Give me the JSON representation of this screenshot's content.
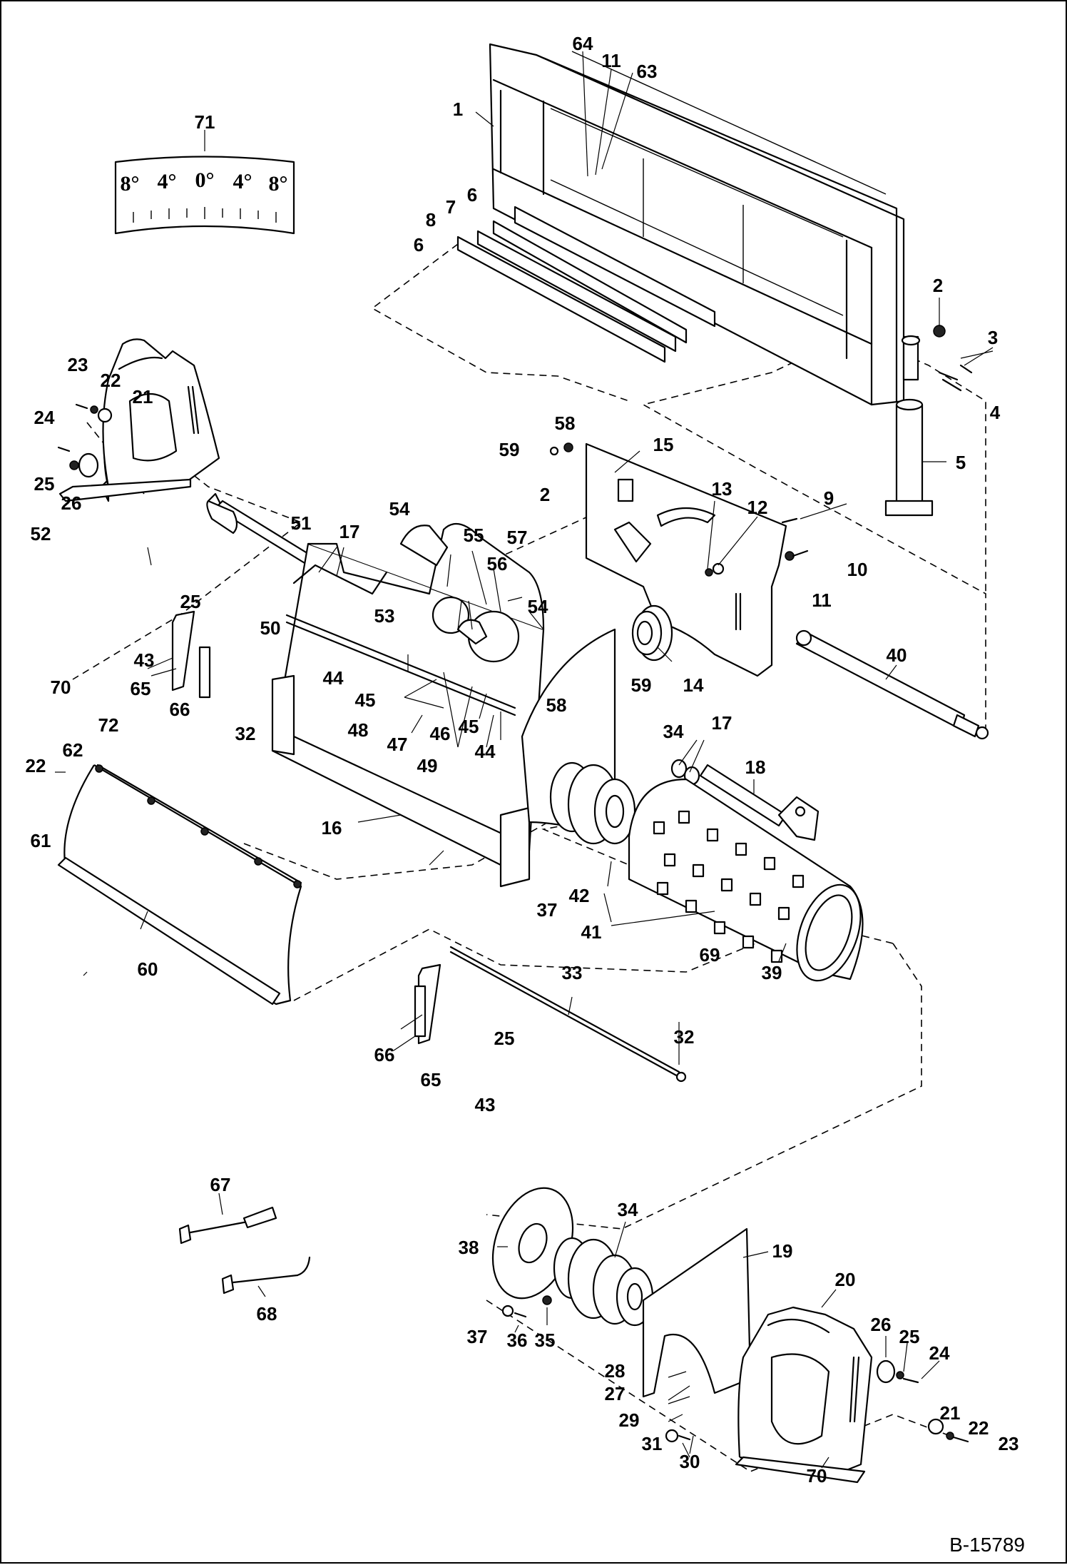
{
  "diagram": {
    "reference": "B-15789",
    "scale_marks": [
      "8°",
      "4°",
      "0°",
      "4°",
      "8°"
    ],
    "callouts": [
      {
        "id": "c1",
        "label": "1"
      },
      {
        "id": "c2a",
        "label": "2"
      },
      {
        "id": "c2b",
        "label": "2"
      },
      {
        "id": "c3",
        "label": "3"
      },
      {
        "id": "c4",
        "label": "4"
      },
      {
        "id": "c5",
        "label": "5"
      },
      {
        "id": "c6a",
        "label": "6"
      },
      {
        "id": "c6b",
        "label": "6"
      },
      {
        "id": "c7",
        "label": "7"
      },
      {
        "id": "c8",
        "label": "8"
      },
      {
        "id": "c9",
        "label": "9"
      },
      {
        "id": "c10",
        "label": "10"
      },
      {
        "id": "c11a",
        "label": "11"
      },
      {
        "id": "c11b",
        "label": "11"
      },
      {
        "id": "c12",
        "label": "12"
      },
      {
        "id": "c13",
        "label": "13"
      },
      {
        "id": "c14",
        "label": "14"
      },
      {
        "id": "c15",
        "label": "15"
      },
      {
        "id": "c16",
        "label": "16"
      },
      {
        "id": "c17a",
        "label": "17"
      },
      {
        "id": "c17b",
        "label": "17"
      },
      {
        "id": "c18",
        "label": "18"
      },
      {
        "id": "c19",
        "label": "19"
      },
      {
        "id": "c20",
        "label": "20"
      },
      {
        "id": "c21a",
        "label": "21"
      },
      {
        "id": "c21b",
        "label": "21"
      },
      {
        "id": "c22a",
        "label": "22"
      },
      {
        "id": "c22b",
        "label": "22"
      },
      {
        "id": "c22c",
        "label": "22"
      },
      {
        "id": "c23a",
        "label": "23"
      },
      {
        "id": "c23b",
        "label": "23"
      },
      {
        "id": "c24a",
        "label": "24"
      },
      {
        "id": "c24b",
        "label": "24"
      },
      {
        "id": "c25a",
        "label": "25"
      },
      {
        "id": "c25b",
        "label": "25"
      },
      {
        "id": "c25c",
        "label": "25"
      },
      {
        "id": "c25d",
        "label": "25"
      },
      {
        "id": "c26a",
        "label": "26"
      },
      {
        "id": "c26b",
        "label": "26"
      },
      {
        "id": "c27",
        "label": "27"
      },
      {
        "id": "c28",
        "label": "28"
      },
      {
        "id": "c29",
        "label": "29"
      },
      {
        "id": "c30",
        "label": "30"
      },
      {
        "id": "c31",
        "label": "31"
      },
      {
        "id": "c32a",
        "label": "32"
      },
      {
        "id": "c32b",
        "label": "32"
      },
      {
        "id": "c33",
        "label": "33"
      },
      {
        "id": "c34a",
        "label": "34"
      },
      {
        "id": "c34b",
        "label": "34"
      },
      {
        "id": "c35",
        "label": "35"
      },
      {
        "id": "c36",
        "label": "36"
      },
      {
        "id": "c37a",
        "label": "37"
      },
      {
        "id": "c37b",
        "label": "37"
      },
      {
        "id": "c38",
        "label": "38"
      },
      {
        "id": "c39",
        "label": "39"
      },
      {
        "id": "c40",
        "label": "40"
      },
      {
        "id": "c41",
        "label": "41"
      },
      {
        "id": "c42",
        "label": "42"
      },
      {
        "id": "c43a",
        "label": "43"
      },
      {
        "id": "c43b",
        "label": "43"
      },
      {
        "id": "c44a",
        "label": "44"
      },
      {
        "id": "c44b",
        "label": "44"
      },
      {
        "id": "c45a",
        "label": "45"
      },
      {
        "id": "c45b",
        "label": "45"
      },
      {
        "id": "c46",
        "label": "46"
      },
      {
        "id": "c47",
        "label": "47"
      },
      {
        "id": "c48",
        "label": "48"
      },
      {
        "id": "c49",
        "label": "49"
      },
      {
        "id": "c50",
        "label": "50"
      },
      {
        "id": "c51",
        "label": "51"
      },
      {
        "id": "c52",
        "label": "52"
      },
      {
        "id": "c53",
        "label": "53"
      },
      {
        "id": "c54a",
        "label": "54"
      },
      {
        "id": "c54b",
        "label": "54"
      },
      {
        "id": "c55",
        "label": "55"
      },
      {
        "id": "c56",
        "label": "56"
      },
      {
        "id": "c57",
        "label": "57"
      },
      {
        "id": "c58a",
        "label": "58"
      },
      {
        "id": "c58b",
        "label": "58"
      },
      {
        "id": "c59a",
        "label": "59"
      },
      {
        "id": "c59b",
        "label": "59"
      },
      {
        "id": "c60",
        "label": "60"
      },
      {
        "id": "c61",
        "label": "61"
      },
      {
        "id": "c62",
        "label": "62"
      },
      {
        "id": "c63",
        "label": "63"
      },
      {
        "id": "c64",
        "label": "64"
      },
      {
        "id": "c65a",
        "label": "65"
      },
      {
        "id": "c65b",
        "label": "65"
      },
      {
        "id": "c66a",
        "label": "66"
      },
      {
        "id": "c66b",
        "label": "66"
      },
      {
        "id": "c67",
        "label": "67"
      },
      {
        "id": "c68",
        "label": "68"
      },
      {
        "id": "c69",
        "label": "69"
      },
      {
        "id": "c70a",
        "label": "70"
      },
      {
        "id": "c70b",
        "label": "70"
      },
      {
        "id": "c71",
        "label": "71"
      },
      {
        "id": "c72",
        "label": "72"
      }
    ]
  }
}
